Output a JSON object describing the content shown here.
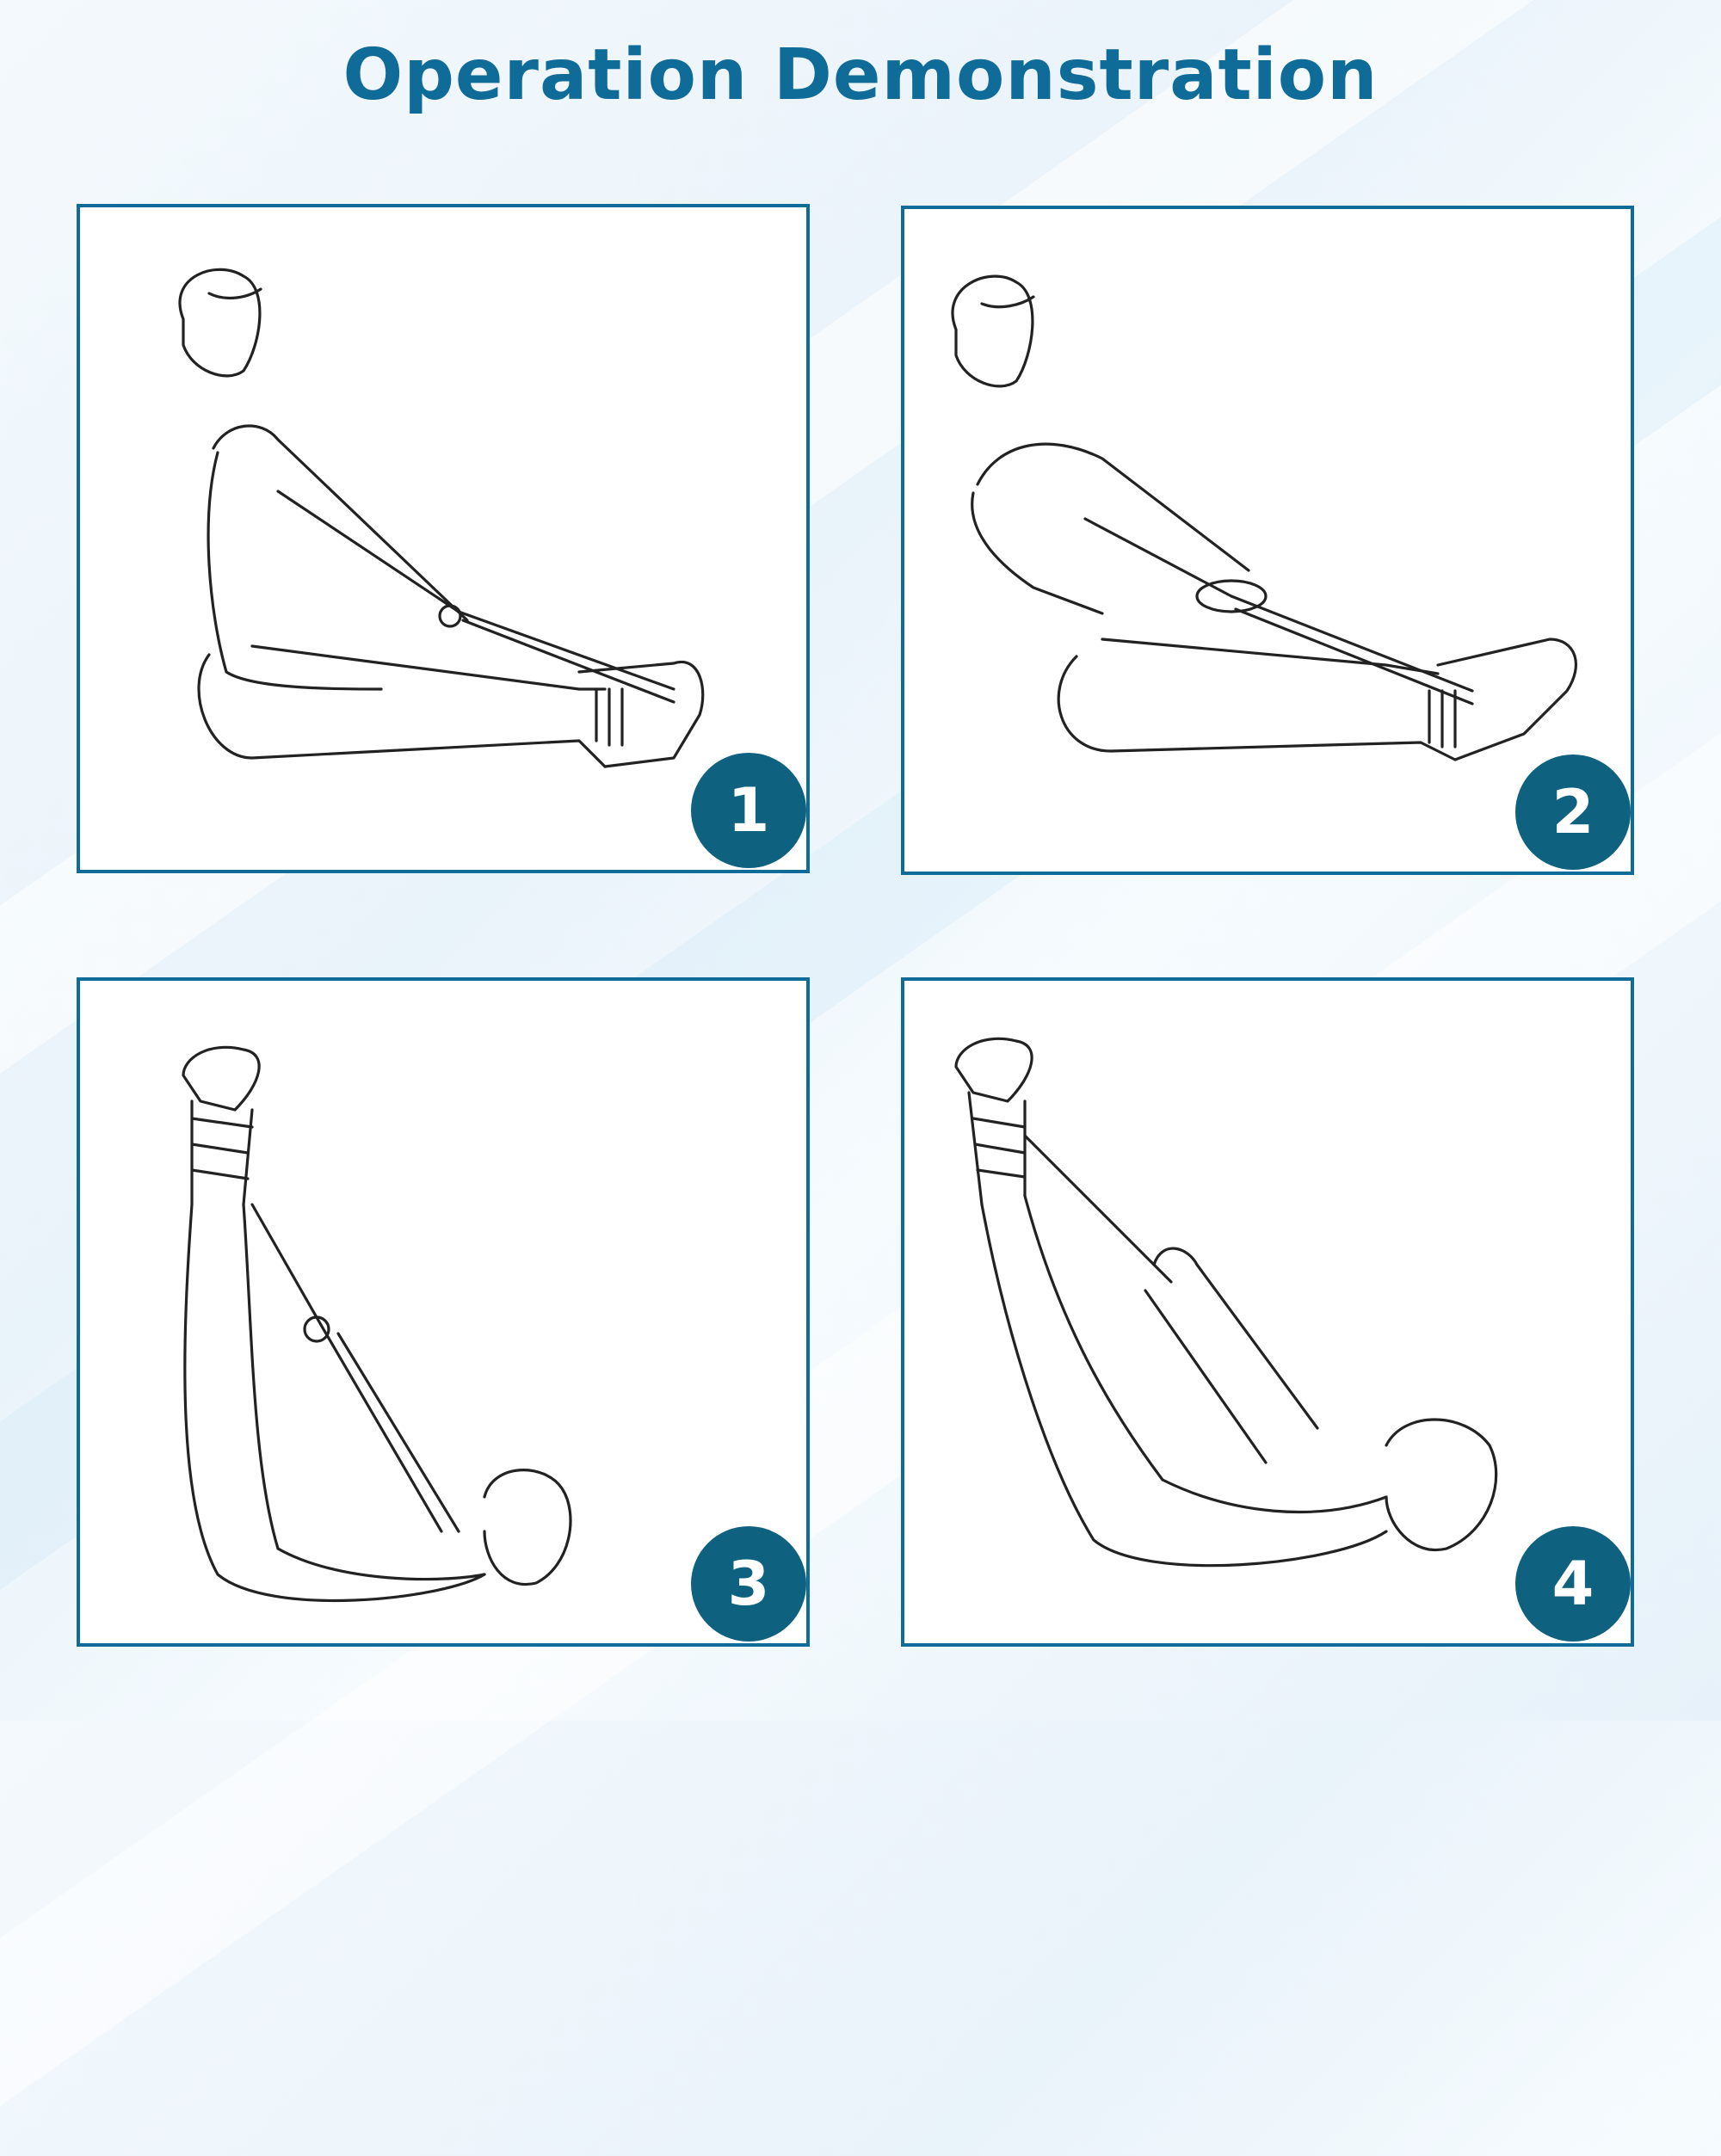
{
  "title": "Operation Demonstration",
  "steps": [
    {
      "number": "1"
    },
    {
      "number": "2"
    },
    {
      "number": "3"
    },
    {
      "number": "4"
    }
  ],
  "colors": {
    "accent": "#0f6b97",
    "badge": "#0f6180",
    "background": "#eef6fb"
  }
}
